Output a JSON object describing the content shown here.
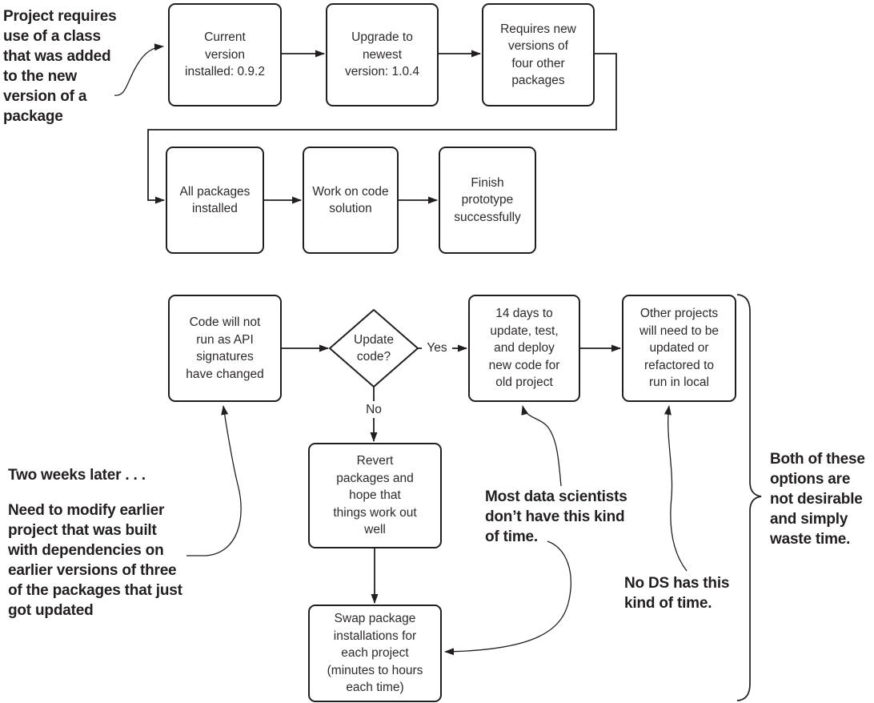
{
  "figure": {
    "background": "#ffffff",
    "ink": "#231f20"
  },
  "nodes": {
    "current_version": [
      "Current",
      "version",
      "installed: 0.9.2"
    ],
    "upgrade_newest": [
      "Upgrade to",
      "newest",
      "version: 1.0.4"
    ],
    "requires_new_versions": [
      "Requires new",
      "versions of",
      "four other",
      "packages"
    ],
    "all_packages_installed": [
      "All packages",
      "installed"
    ],
    "work_on_code": [
      "Work on code",
      "solution"
    ],
    "finish_prototype": [
      "Finish",
      "prototype",
      "successfully"
    ],
    "code_will_not_run": [
      "Code will not",
      "run as API",
      "signatures",
      "have changed"
    ],
    "update_code_decision": [
      "Update",
      "code?"
    ],
    "fourteen_days": [
      "14 days to",
      "update, test,",
      "and deploy",
      "new code for",
      "old project"
    ],
    "other_projects": [
      "Other projects",
      "will need to be",
      "updated or",
      "refactored to",
      "run in local"
    ],
    "revert_packages": [
      "Revert",
      "packages and",
      "hope that",
      "things work out",
      "well"
    ],
    "swap_package_installations": [
      "Swap package",
      "installations for",
      "each project",
      "(minutes to hours",
      "each time)"
    ]
  },
  "decision_labels": {
    "yes": "Yes",
    "no": "No"
  },
  "annotations": {
    "project_requires": [
      "Project requires",
      "use of a class",
      "that was added",
      "to the new",
      "version of a",
      "package"
    ],
    "two_weeks_later": [
      "Two weeks later . . ."
    ],
    "need_to_modify": [
      "Need to modify earlier",
      "project that was built",
      "with dependencies on",
      "earlier versions of three",
      "of the packages that just",
      "got updated"
    ],
    "most_data_scientists": [
      "Most data scientists",
      "don’t have this kind",
      "of time."
    ],
    "no_ds": [
      "No DS has this",
      "kind of time."
    ],
    "both_options": [
      "Both of these",
      "options are",
      "not desirable",
      "and simply",
      "waste time."
    ]
  }
}
